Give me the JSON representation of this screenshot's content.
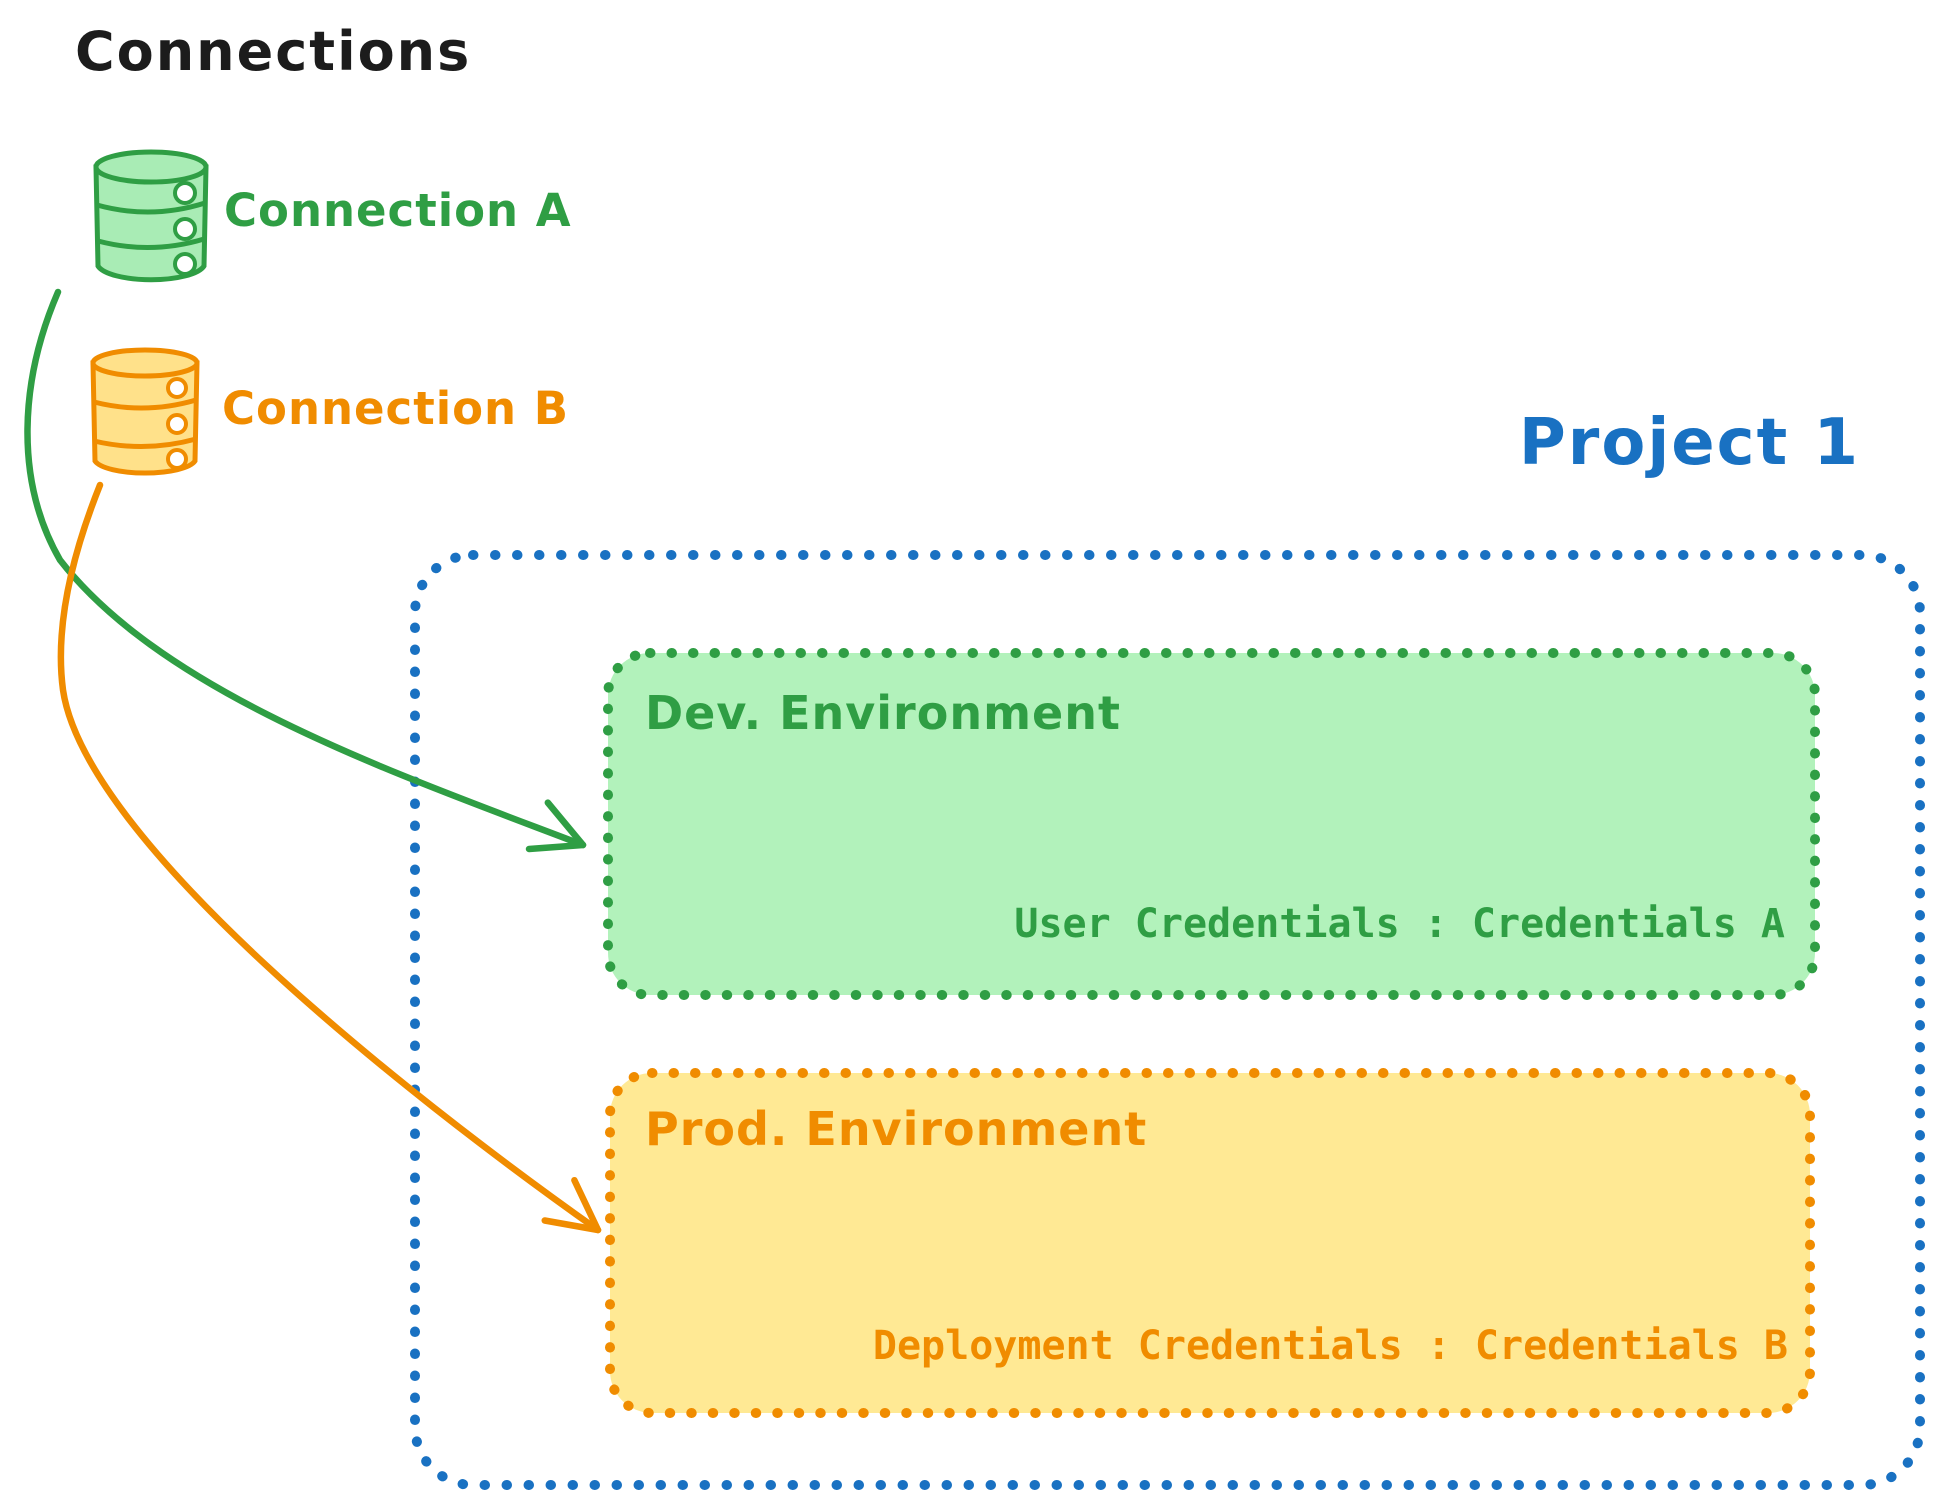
{
  "canvas": {
    "background": "#ffffff"
  },
  "colors": {
    "black": "#1c1c1c",
    "blue": "#1971c2",
    "green": "#2f9e44",
    "green_box_fill": "#b2f2bb",
    "green_cylinder_fill": "#a9ecb5",
    "orange": "#f08c00",
    "yellow_box_fill": "#ffe994",
    "yellow_cylinder_fill": "#ffe18a",
    "white": "#ffffff"
  },
  "title": "Connections",
  "connections": [
    {
      "label": "Connection A"
    },
    {
      "label": "Connection B"
    }
  ],
  "project": {
    "label": "Project 1",
    "environments": [
      {
        "name": "Dev. Environment",
        "credentials": "User Credentials : Credentials A"
      },
      {
        "name": "Prod. Environment",
        "credentials": "Deployment Credentials : Credentials B"
      }
    ]
  }
}
